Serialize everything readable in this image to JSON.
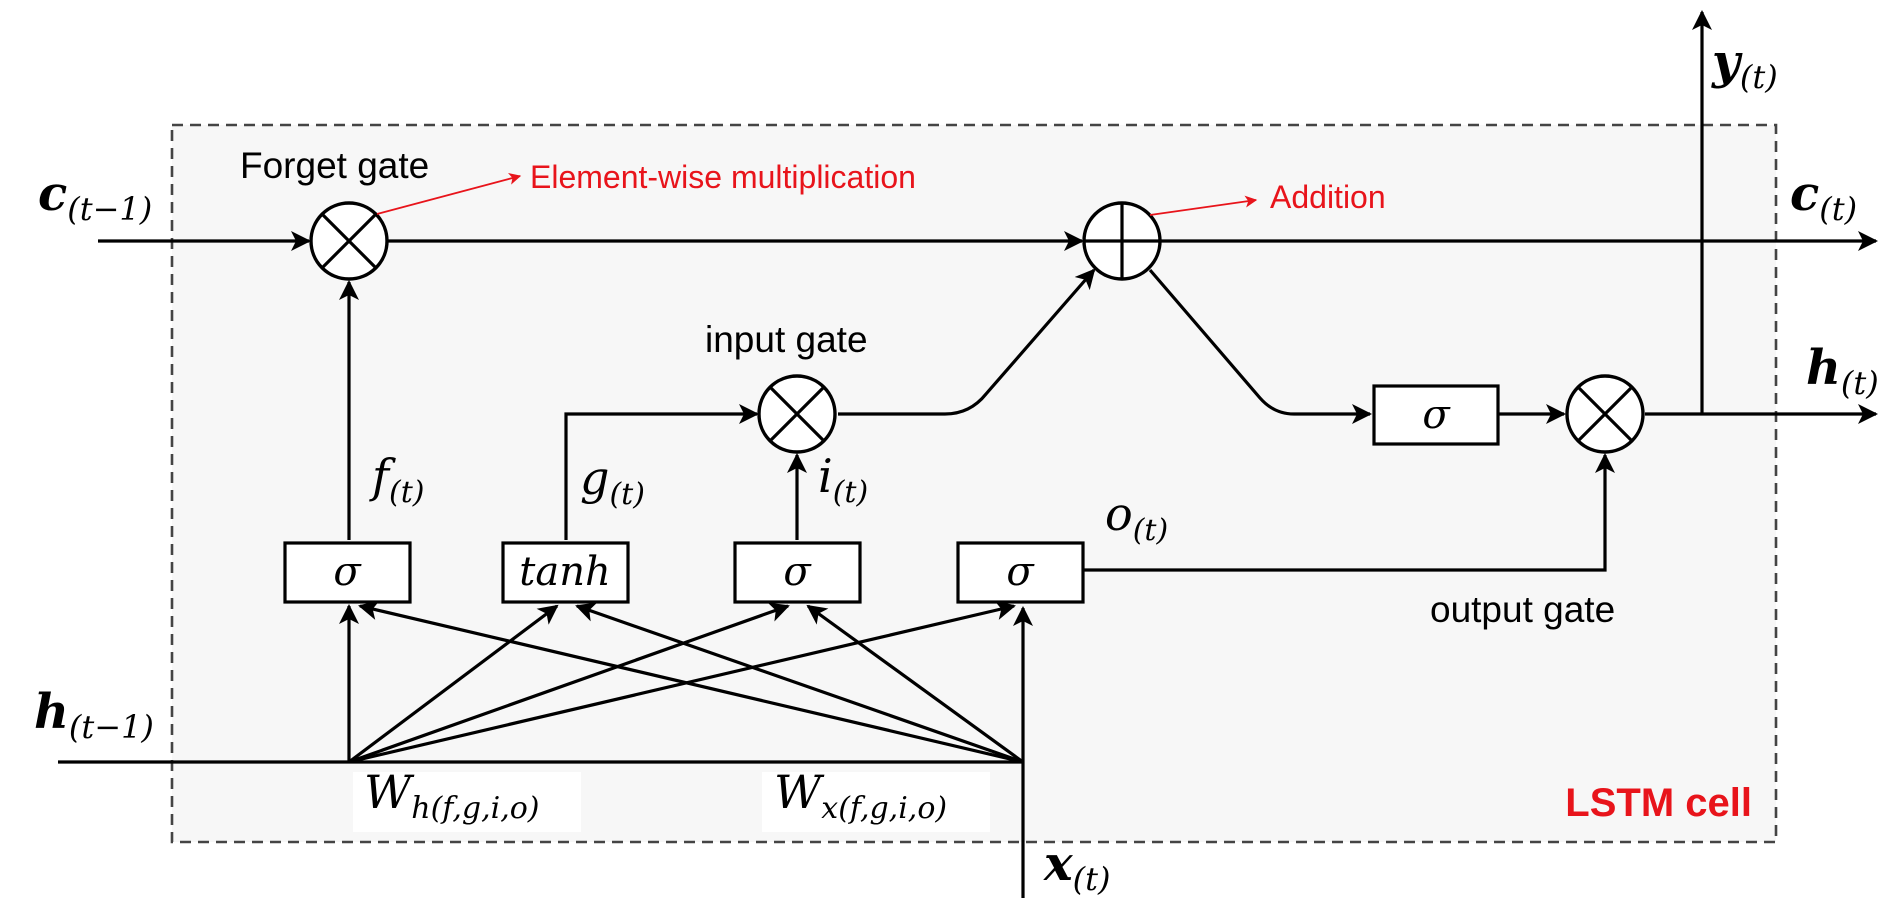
{
  "diagram": {
    "cell_label": "LSTM cell",
    "gate_labels": {
      "forget": "Forget gate",
      "input": "input gate",
      "output": "output gate"
    },
    "annotations": {
      "multiplication": "Element-wise multiplication",
      "addition": "Addition"
    },
    "activations": {
      "sigma": "σ",
      "tanh": "tanh"
    },
    "signals": {
      "c_prev": {
        "base": "c",
        "sub": "(t−1)"
      },
      "c_out": {
        "base": "c",
        "sub": "(t)"
      },
      "h_prev": {
        "base": "h",
        "sub": "(t−1)"
      },
      "h_out": {
        "base": "h",
        "sub": "(t)"
      },
      "y_out": {
        "base": "y",
        "sub": "(t)"
      },
      "x_in": {
        "base": "x",
        "sub": "(t)"
      },
      "f": {
        "base": "f",
        "sub": "(t)"
      },
      "g": {
        "base": "g",
        "sub": "(t)"
      },
      "i": {
        "base": "i",
        "sub": "(t)"
      },
      "o": {
        "base": "o",
        "sub": "(t)"
      }
    },
    "weights": {
      "wh": {
        "base": "W",
        "sub": "h(f,g,i,o)"
      },
      "wx": {
        "base": "W",
        "sub": "x(f,g,i,o)"
      }
    },
    "colors": {
      "accent": "#e8141b",
      "cell_fill": "#f7f7f7",
      "stroke": "#000000"
    }
  }
}
